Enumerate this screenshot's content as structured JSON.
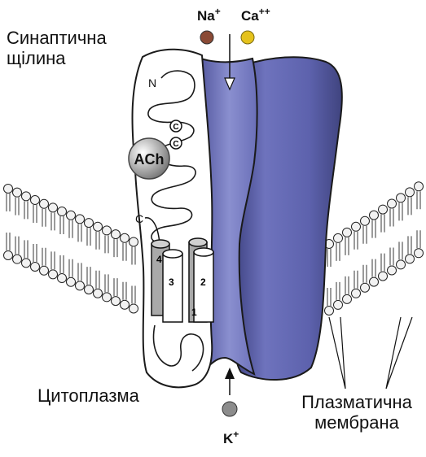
{
  "labels": {
    "synaptic_cleft": [
      "Синаптична",
      "щілина"
    ],
    "cytoplasm": "Цитоплазма",
    "membrane": [
      "Плазматична",
      "мембрана"
    ],
    "terminal_n": "N",
    "terminal_c": "C",
    "ligand": "ACh",
    "disulfide_c": "C",
    "helices": [
      "4",
      "3",
      "2",
      "1"
    ]
  },
  "ions": {
    "na": {
      "symbol": "Na",
      "charge": "+",
      "color": "#8a4a35"
    },
    "ca": {
      "symbol": "Ca",
      "charge": "++",
      "color": "#e5c21c"
    },
    "k": {
      "symbol": "K",
      "charge": "+",
      "color": "#8c8c8c"
    }
  },
  "colors": {
    "channel": "#5a5fa8",
    "channel_dark": "#3f4384",
    "channel_light": "#b9bde4",
    "lipid_head": "#f2f2f2",
    "outline": "#1a1a1a"
  }
}
